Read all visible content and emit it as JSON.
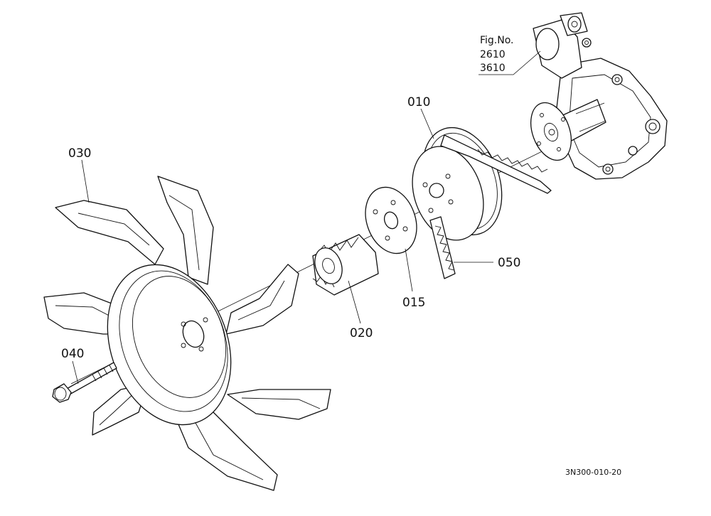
{
  "figure": {
    "ref_title": "Fig.No.",
    "ref_numbers": [
      "2610",
      "3610"
    ],
    "drawing_code": "3N300-010-20"
  },
  "parts": [
    {
      "id": "water-pump",
      "label": ""
    },
    {
      "id": "pulley",
      "label": "010"
    },
    {
      "id": "flange",
      "label": "015"
    },
    {
      "id": "spacer",
      "label": "020"
    },
    {
      "id": "fan",
      "label": "030"
    },
    {
      "id": "bolt",
      "label": "040"
    },
    {
      "id": "fan-belt",
      "label": "050"
    }
  ]
}
